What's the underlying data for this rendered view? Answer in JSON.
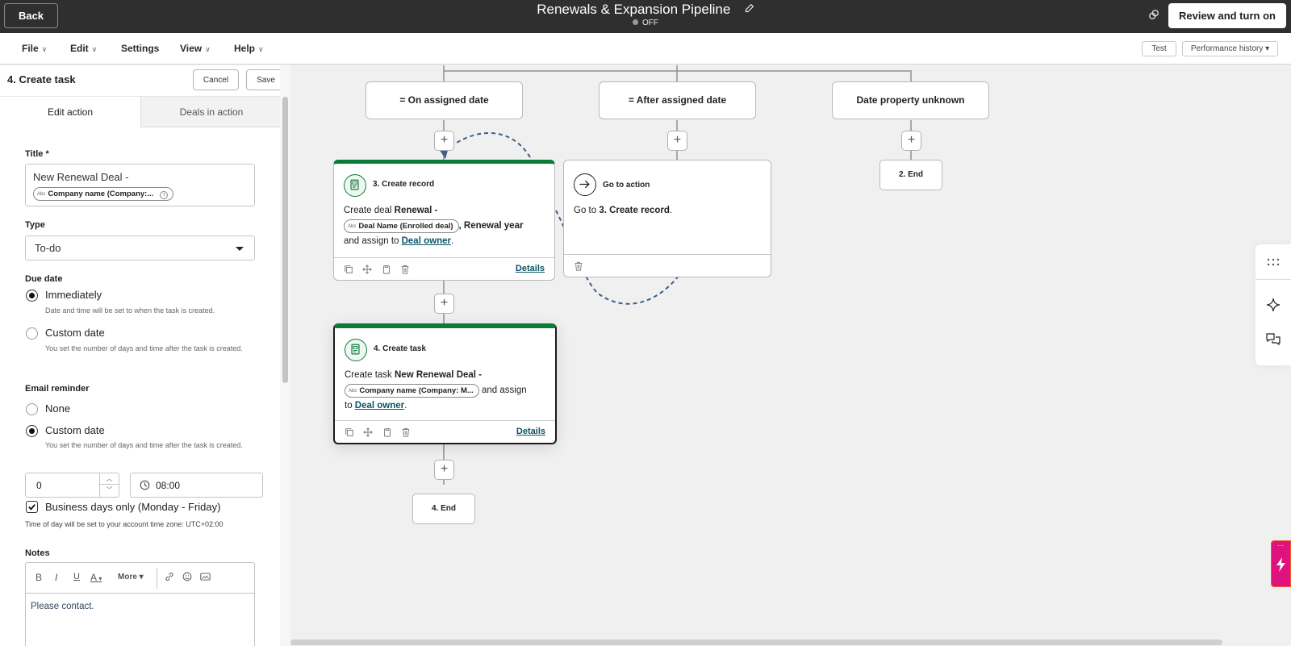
{
  "topbar": {
    "back_label": "Back",
    "workflow_title": "Renewals & Expansion Pipeline",
    "status": "OFF",
    "review_label": "Review and turn on"
  },
  "menubar": {
    "items": [
      {
        "label": "File",
        "has_dropdown": true
      },
      {
        "label": "Edit",
        "has_dropdown": true
      },
      {
        "label": "Settings",
        "has_dropdown": false
      },
      {
        "label": "View",
        "has_dropdown": true
      },
      {
        "label": "Help",
        "has_dropdown": true
      }
    ],
    "test_label": "Test",
    "performance_label": "Performance history ▾"
  },
  "panel": {
    "title": "4. Create task",
    "cancel_label": "Cancel",
    "save_label": "Save",
    "tabs": [
      {
        "label": "Edit action",
        "active": true
      },
      {
        "label": "Deals in action",
        "active": false
      }
    ],
    "title_field": {
      "label": "Title *",
      "text": "New Renewal Deal -",
      "token": "Company name (Company:...",
      "token_prefix": "Abc"
    },
    "type_field": {
      "label": "Type",
      "value": "To-do"
    },
    "due_date": {
      "label": "Due date",
      "options": [
        {
          "label": "Immediately",
          "help": "Date and time will be set to when the task is created.",
          "checked": true
        },
        {
          "label": "Custom date",
          "help": "You set the number of days and time after the task is created.",
          "checked": false
        }
      ]
    },
    "email_reminder": {
      "label": "Email reminder",
      "options": [
        {
          "label": "None",
          "checked": false
        },
        {
          "label": "Custom date",
          "help": "You set the number of days and time after the task is created.",
          "checked": true
        }
      ],
      "days_value": "0",
      "time_value": "08:00"
    },
    "business_days": {
      "label": "Business days only (Monday - Friday)",
      "checked": true
    },
    "timezone_note": "Time of day will be set to your account time zone: UTC+02:00",
    "notes": {
      "label": "Notes",
      "toolbar": [
        "B",
        "I",
        "U",
        "A",
        "More"
      ],
      "more_label": "More ▾",
      "value": "Please contact."
    }
  },
  "canvas": {
    "branches": [
      {
        "label": "= On assigned date"
      },
      {
        "label": "= After assigned date"
      },
      {
        "label": "Date property unknown"
      }
    ],
    "cards": {
      "create_record": {
        "title": "3. Create record",
        "body_prefix": "Create deal ",
        "body_bold": "Renewal -",
        "token": "Deal Name (Enrolled deal)",
        "token_prefix": "Abc",
        "after_token": ", Renewal year",
        "assign_prefix": "and assign to ",
        "owner": "Deal owner",
        "details": "Details"
      },
      "go_to_action": {
        "title": "Go to action",
        "body_prefix": "Go to ",
        "body_bold": "3. Create record",
        "body_suffix": "."
      },
      "create_task": {
        "title": "4. Create task",
        "body_prefix": "Create task ",
        "body_bold": "New Renewal Deal -",
        "token": "Company name (Company: M...",
        "token_prefix": "Abc",
        "after_token": " and assign",
        "assign_prefix": "to ",
        "owner": "Deal owner",
        "details": "Details"
      }
    },
    "ends": [
      {
        "label": "2. End"
      },
      {
        "label": "4. End"
      }
    ],
    "colors": {
      "accent_green": "#0e7a3a",
      "link_teal": "#0b5566",
      "loop_dash": "#3d5f8a",
      "pink": "#e0127f"
    }
  }
}
